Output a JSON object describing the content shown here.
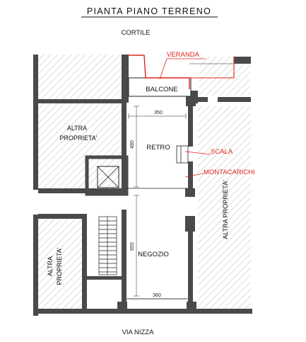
{
  "title": "PIANTA PIANO TERRENO",
  "top_label": "CORTILE",
  "bottom_label": "VIA NIZZA",
  "rooms": {
    "balcone": "BALCONE",
    "retro": "RETRO",
    "negozio": "NEGOZIO",
    "altra_left_line1": "ALTRA",
    "altra_left_line2": "PROPRIETA'",
    "altra_lower_line1": "ALTRA",
    "altra_lower_line2": "PROPRIETA'",
    "altra_right": "ALTRA PROPRIETA'"
  },
  "annotations": {
    "veranda": "VERANDA",
    "scala": "SCALA",
    "montacarichi": "MONTACARICHI"
  },
  "dimensions": {
    "retro_width": "350",
    "retro_depth": "480",
    "negozio_depth": "655",
    "negozio_width": "360"
  },
  "colors": {
    "wall": "#4a4a4a",
    "hatch": "#9a9a9a",
    "annotation": "#e0241b"
  }
}
